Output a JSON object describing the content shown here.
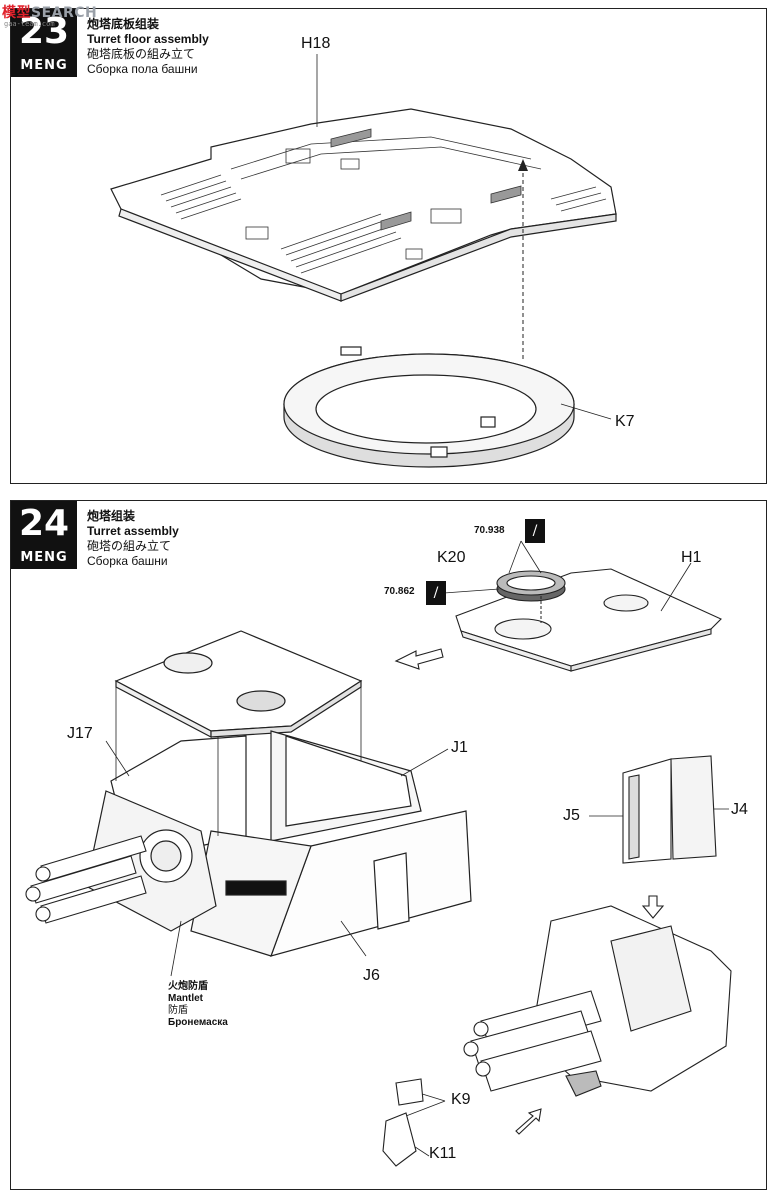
{
  "watermark": {
    "red_text": "模型",
    "blue_text": "SEARCH",
    "sub_text": "gaa-team.com"
  },
  "step23": {
    "number": "23",
    "brand": "MENG",
    "title_cn": "炮塔底板组装",
    "title_en": "Turret floor assembly",
    "title_jp": "砲塔底板の組み立て",
    "title_ru": "Сборка пола башни",
    "labels": {
      "h18": "H18",
      "k7": "K7"
    }
  },
  "step24": {
    "number": "24",
    "brand": "MENG",
    "title_cn": "炮塔组装",
    "title_en": "Turret assembly",
    "title_jp": "砲塔の組み立て",
    "title_ru": "Сборка башни",
    "paint_codes": {
      "a": "70.938",
      "b": "70.862"
    },
    "labels": {
      "k20": "K20",
      "h1": "H1",
      "j17": "J17",
      "j1": "J1",
      "j5": "J5",
      "j4": "J4",
      "j6": "J6",
      "k9": "K9",
      "k11": "K11"
    },
    "mantlet": {
      "cn": "火炮防盾",
      "en": "Mantlet",
      "jp": "防盾",
      "ru": "Бронемаска"
    }
  }
}
